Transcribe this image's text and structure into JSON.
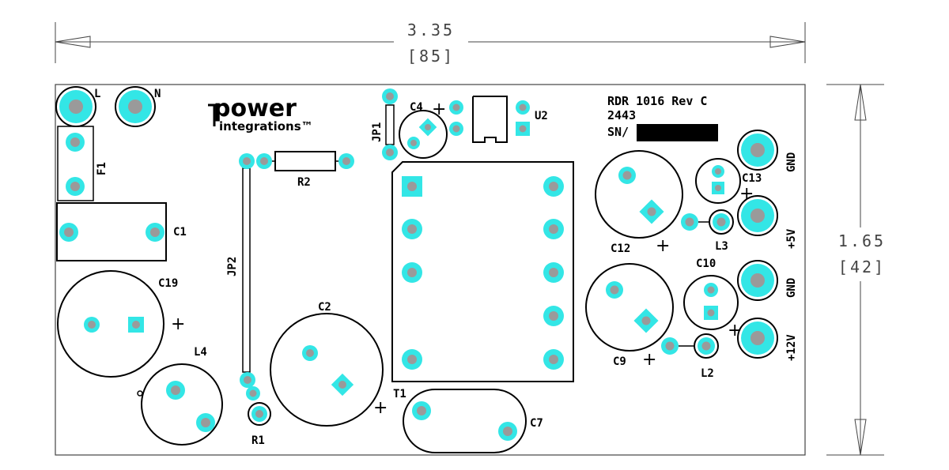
{
  "dimensions": {
    "width_in": "3.35",
    "width_mm": "[85]",
    "height_in": "1.65",
    "height_mm": "[42]"
  },
  "board": {
    "title": "RDR 1016 Rev C",
    "date_code": "2443",
    "serial_label": "SN/"
  },
  "logo": {
    "line1": "power",
    "line2": "integrations™"
  },
  "refs": {
    "L": "L",
    "N": "N",
    "F1": "F1",
    "C1": "C1",
    "C19": "C19",
    "L4": "L4",
    "JP2": "JP2",
    "R2": "R2",
    "R1": "R1",
    "C2": "C2",
    "JP1": "JP1",
    "C4": "C4",
    "U2": "U2",
    "T1": "T1",
    "C7": "C7",
    "C12": "C12",
    "C13": "C13",
    "L3": "L3",
    "C10": "C10",
    "C9": "C9",
    "L2": "L2"
  },
  "terminals": {
    "gnd_top": "GND",
    "plus5v": "+5V",
    "gnd_bottom": "GND",
    "plus12v": "+12V"
  },
  "polarity_mark": "+"
}
